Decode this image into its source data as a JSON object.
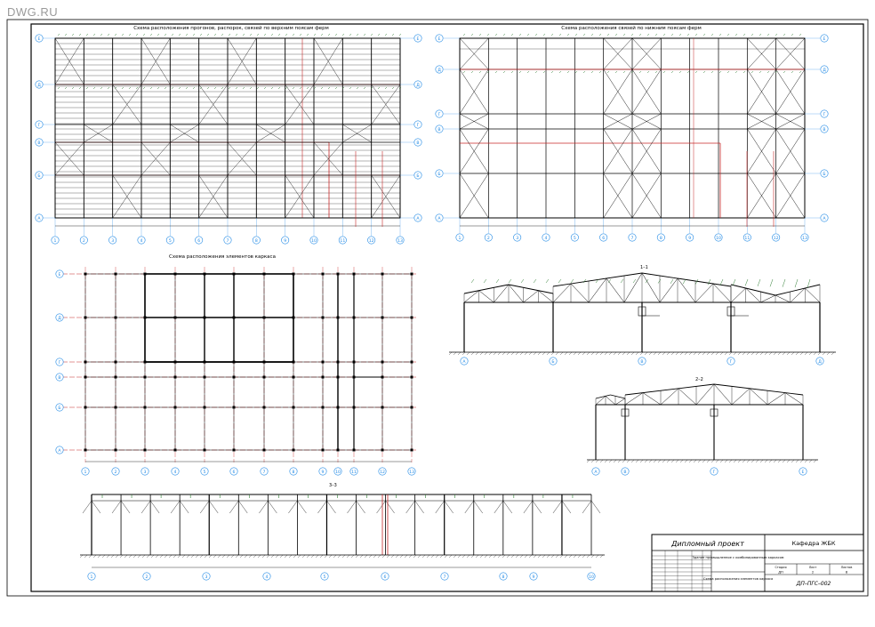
{
  "watermark": "DWG.RU",
  "plans": {
    "top_left_title": "Схема расположения прогонов, распорок, связей по верхним поясам ферм",
    "top_right_title": "Схема расположения связей по нижним поясам ферм",
    "mid_title": "Схема расположения элементов каркаса",
    "axes_rows": [
      "А",
      "Б",
      "В",
      "Г",
      "Д",
      "Е"
    ],
    "axes_cols": [
      "1",
      "2",
      "3",
      "4",
      "5",
      "6",
      "7",
      "8",
      "9",
      "10",
      "11",
      "12",
      "13"
    ]
  },
  "sections": {
    "s1": "1–1",
    "s2": "2–2",
    "s3": "3–3"
  },
  "title_block": {
    "project_label": "Дипломный проект",
    "department": "Кафедра ЖБК",
    "object": "Здание промышленное с комбинированным каркасом",
    "sheet_title": "Схема расположения элементов каркаса",
    "code": "ДП–ПГС–002",
    "stage_label": "Стадия",
    "sheet_label": "Лист",
    "sheets_label": "Листов",
    "stage": "ДП",
    "sheet": "2",
    "sheets": "8"
  },
  "colors": {
    "line": "#000000",
    "red": "#c62828",
    "green": "#2e7d32",
    "axis": "#1e88e5"
  }
}
